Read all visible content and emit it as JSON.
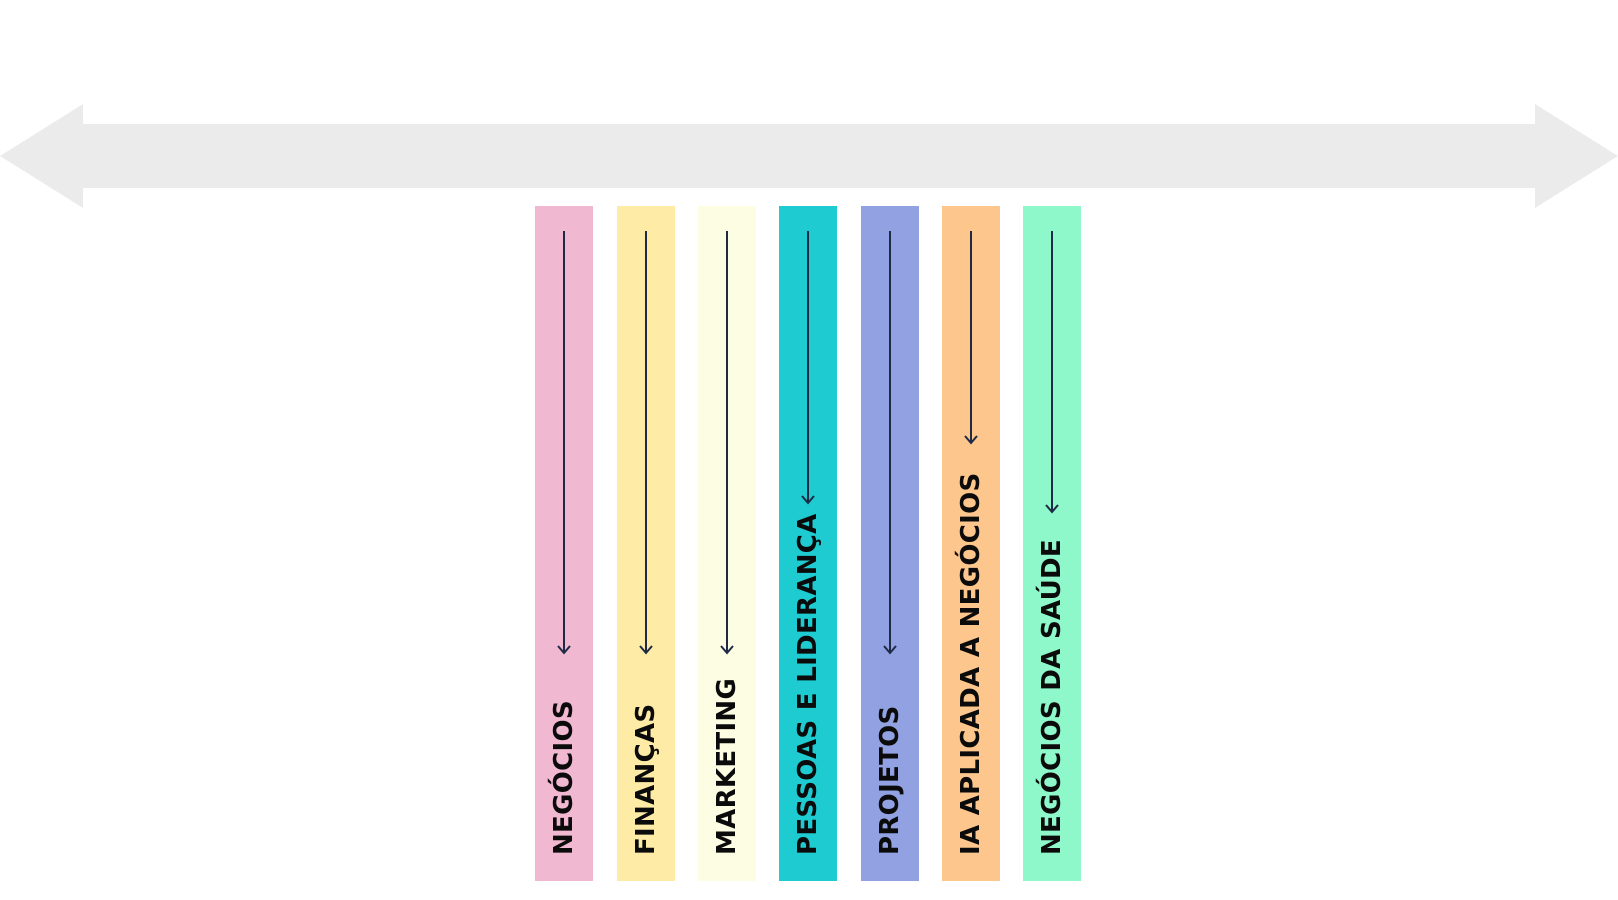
{
  "background": "#ffffff",
  "timeline": {
    "color": "#ebebeb"
  },
  "arrow_color": "#1e2a46",
  "columns": [
    {
      "label": "NEGÓCIOS",
      "color": "#f1b8d2"
    },
    {
      "label": "FINANÇAS",
      "color": "#feeca6"
    },
    {
      "label": "MARKETING",
      "color": "#fcfde3"
    },
    {
      "label": "PESSOAS E LIDERANÇA",
      "color": "#1ecbd1"
    },
    {
      "label": "PROJETOS",
      "color": "#92a1e2"
    },
    {
      "label": "IA APLICADA A NEGÓCIOS",
      "color": "#fdc68c"
    },
    {
      "label": "NEGÓCIOS DA SAÚDE",
      "color": "#8ff8cb"
    }
  ]
}
